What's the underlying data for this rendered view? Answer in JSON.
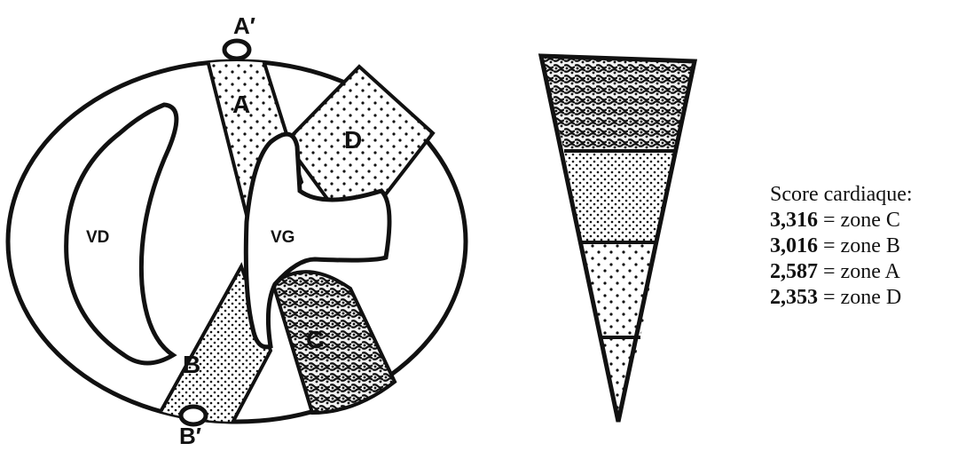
{
  "diagram": {
    "labels": {
      "A_prime": "A′",
      "B_prime": "B′",
      "zone_A": "A",
      "zone_B": "B",
      "zone_C": "C",
      "zone_D": "D",
      "VD": "VD",
      "VG": "VG"
    }
  },
  "legend": {
    "title": "Score cardiaque:",
    "entries": [
      {
        "value": "3,316",
        "equals": "=",
        "zone": "zone C"
      },
      {
        "value": "3,016",
        "equals": "=",
        "zone": "zone B"
      },
      {
        "value": "2,587",
        "equals": "=",
        "zone": "zone A"
      },
      {
        "value": "2,353",
        "equals": "=",
        "zone": "zone D"
      }
    ]
  },
  "colors": {
    "ink": "#111111",
    "background": "#ffffff"
  }
}
